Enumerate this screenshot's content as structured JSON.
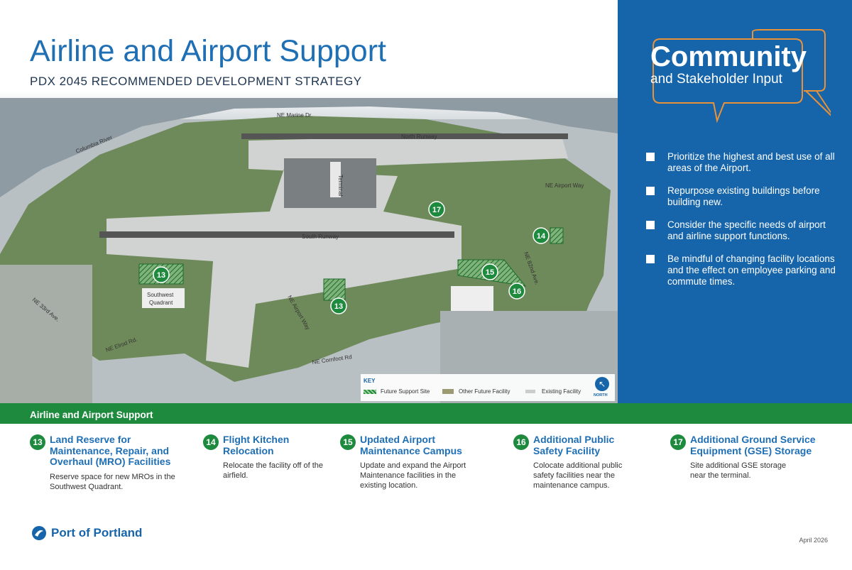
{
  "header": {
    "title": "Airline and Airport Support",
    "subtitle": "PDX 2045 RECOMMENDED DEVELOPMENT STRATEGY"
  },
  "map": {
    "labels": {
      "marine_dr": "NE Marine Dr.",
      "columbia": "Columbia River",
      "north_runway": "North Runway",
      "terminal": "Terminal",
      "airport_way": "NE Airport Way",
      "south_runway": "South Runway",
      "sw_quadrant_1": "Southwest",
      "sw_quadrant_2": "Quadrant",
      "ave33": "NE 33rd Ave.",
      "elrod": "NE Elrod Rd.",
      "airport_way_diag": "NE Airport Way",
      "cornfoot": "NE Cornfoot Rd",
      "ave82": "NE 82nd Ave."
    },
    "markers": [
      "13",
      "13",
      "14",
      "15",
      "16",
      "17"
    ],
    "key": {
      "title": "KEY",
      "items": [
        "Future Support Site",
        "Other Future Facility",
        "Existing Facility"
      ],
      "north": "NORTH"
    }
  },
  "panel": {
    "title_big": "Community",
    "title_small": "and Stakeholder Input",
    "bullets": [
      "Prioritize the highest and best use of all areas of the Airport.",
      "Repurpose existing buildings before building new.",
      "Consider the specific needs of airport and airline support functions.",
      "Be mindful of changing facility locations and the effect on employee parking and commute times."
    ]
  },
  "section": {
    "title": "Airline and Airport Support",
    "items": [
      {
        "num": "13",
        "title": "Land Reserve for Maintenance, Repair, and Overhaul (MRO) Facilities",
        "desc": "Reserve space for new MROs in the Southwest Quadrant."
      },
      {
        "num": "14",
        "title": "Flight Kitchen Relocation",
        "desc": "Relocate the facility off of the airfield."
      },
      {
        "num": "15",
        "title": "Updated Airport Maintenance Campus",
        "desc": "Update and expand the Airport Maintenance facilities in the existing location."
      },
      {
        "num": "16",
        "title": "Additional Public Safety Facility",
        "desc": "Colocate additional public safety facilities near the maintenance campus."
      },
      {
        "num": "17",
        "title": "Additional Ground Service Equipment (GSE) Storage",
        "desc": "Site additional GSE storage near the terminal."
      }
    ]
  },
  "footer": {
    "logo": "Port of Portland",
    "date": "April 2026"
  },
  "colors": {
    "blue": "#1664a9",
    "green": "#1e8a3e",
    "orange": "#e8923a"
  }
}
